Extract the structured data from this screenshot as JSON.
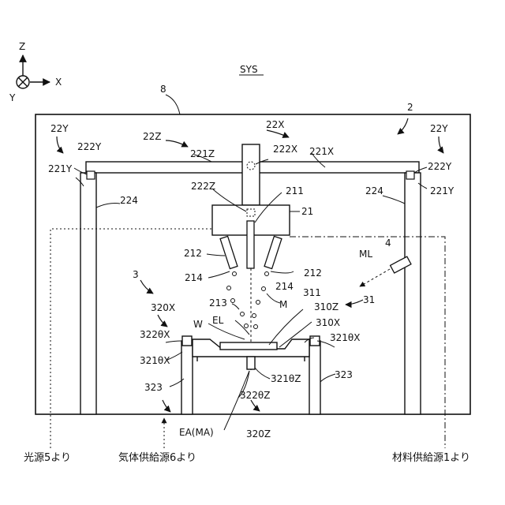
{
  "axes": {
    "z": "Z",
    "x": "X",
    "y": "Y"
  },
  "title": "SYS",
  "labels": {
    "l8": "8",
    "l2": "2",
    "l22Y_left": "22Y",
    "l22Y_right": "22Y",
    "l22Z": "22Z",
    "l22X": "22X",
    "l222Y_left": "222Y",
    "l222Y_right": "222Y",
    "l221Z": "221Z",
    "l222X": "222X",
    "l221X": "221X",
    "l221Y_left": "221Y",
    "l221Y_right": "221Y",
    "l224_left": "224",
    "l224_right": "224",
    "l222Z": "222Z",
    "l211": "211",
    "l21": "21",
    "l212_left": "212",
    "l212_right": "212",
    "l214_left": "214",
    "l214_right": "214",
    "lML": "ML",
    "l4": "4",
    "l213": "213",
    "lM": "M",
    "l3": "3",
    "l320X": "320X",
    "l322X": "322θX",
    "l321X_left": "321θX",
    "lEL": "EL",
    "lW": "W",
    "l311": "311",
    "l31": "31",
    "l310Z": "310Z",
    "l310X": "310X",
    "l321X_right": "321θX",
    "l323_left": "323",
    "l323_right": "323",
    "l321Z": "321θZ",
    "l322Z": "322θZ",
    "lEA": "EA(MA)",
    "l320Z": "320Z"
  },
  "sources": {
    "light": "光源5より",
    "gas": "気体供給源6より",
    "material": "材料供給源1より"
  }
}
